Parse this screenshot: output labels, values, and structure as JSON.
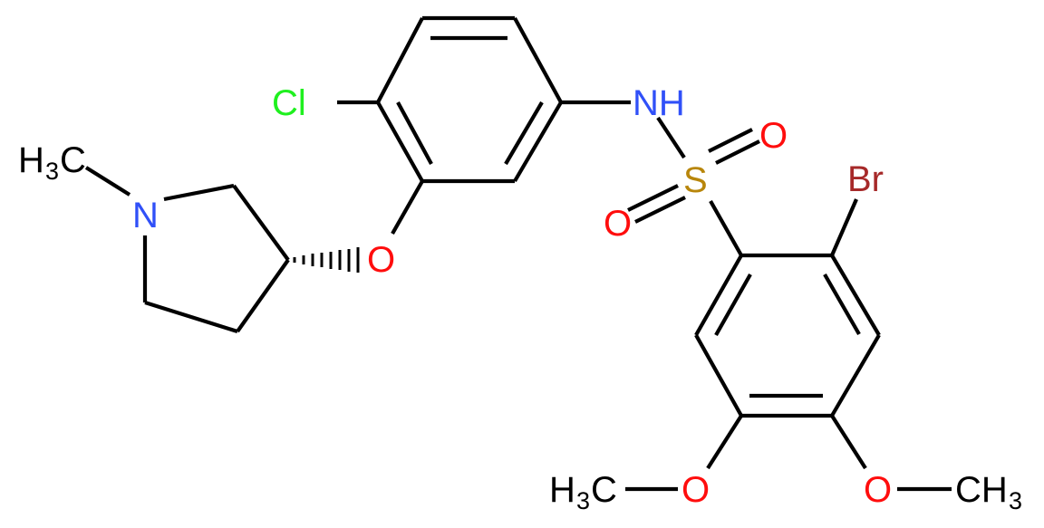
{
  "molecule": {
    "labels": {
      "cl": "Cl",
      "nh": "NH",
      "s": "S",
      "o_top": "O",
      "o_left": "O",
      "br": "Br",
      "o_ether": "O",
      "n_ring": "N",
      "ch3_n_h": "H",
      "ch3_n_3": "3",
      "ch3_n_c": "C",
      "ome1_h": "H",
      "ome1_3": "3",
      "ome1_c": "C",
      "ome1_o": "O",
      "ome2_o": "O",
      "ome2_c": "CH",
      "ome2_3": "3"
    },
    "colors": {
      "carbon": "#000000",
      "nitrogen": "#3050F8",
      "oxygen": "#FF0D0D",
      "sulfur": "#B8860B",
      "chlorine": "#1FF01F",
      "bromine": "#A62929"
    }
  }
}
